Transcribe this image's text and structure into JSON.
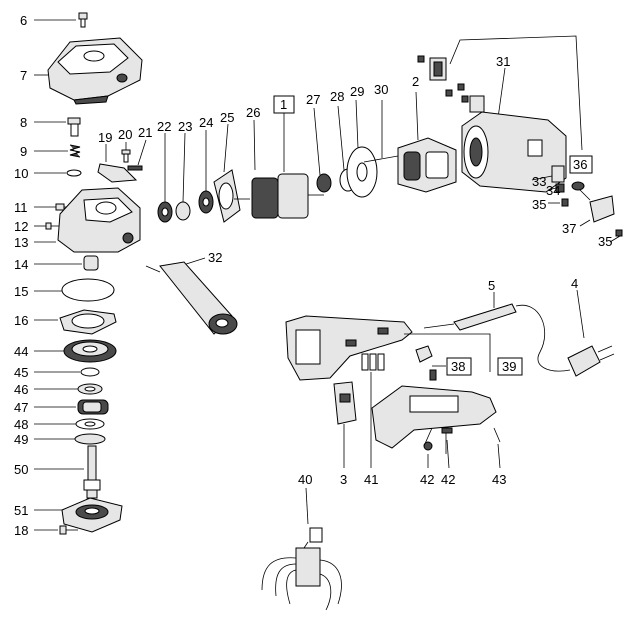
{
  "labels": {
    "l1": "1",
    "l2": "2",
    "l3": "3",
    "l4": "4",
    "l5": "5",
    "l6": "6",
    "l7": "7",
    "l8": "8",
    "l9": "9",
    "l10": "10",
    "l11": "11",
    "l12": "12",
    "l13": "13",
    "l14": "14",
    "l15": "15",
    "l16": "16",
    "l18": "18",
    "l19": "19",
    "l20": "20",
    "l21": "21",
    "l22": "22",
    "l23": "23",
    "l24": "24",
    "l25": "25",
    "l26": "26",
    "l27": "27",
    "l28": "28",
    "l29": "29",
    "l30": "30",
    "l31": "31",
    "l32": "32",
    "l33": "33",
    "l34": "34",
    "l35a": "35",
    "l35b": "35",
    "l36": "36",
    "l37": "37",
    "l38": "38",
    "l39": "39",
    "l40": "40",
    "l41": "41",
    "l42a": "42",
    "l42b": "42",
    "l43": "43",
    "l44": "44",
    "l45": "45",
    "l46": "46",
    "l47": "47",
    "l48": "48",
    "l49": "49",
    "l50": "50",
    "l51": "51"
  }
}
